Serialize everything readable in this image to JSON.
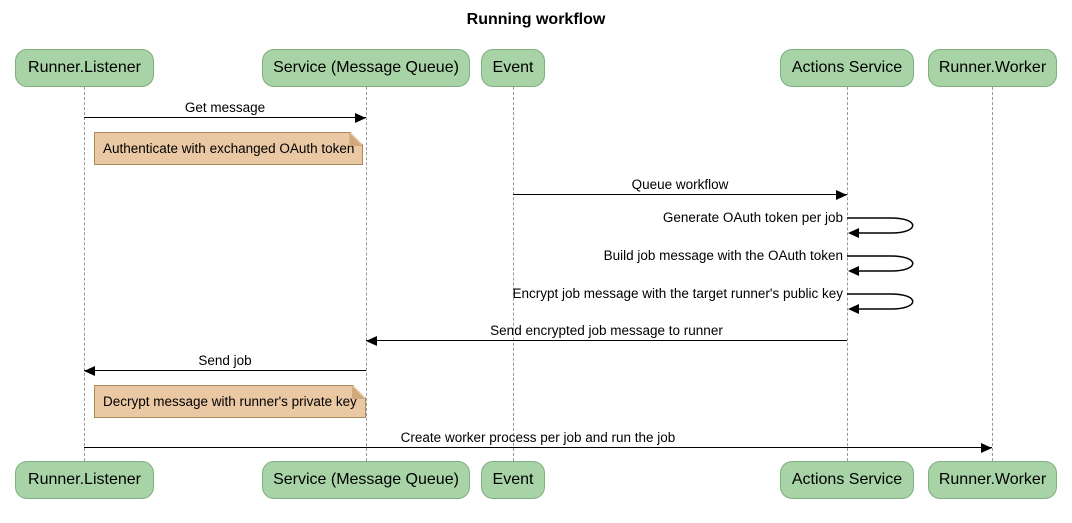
{
  "title": "Running workflow",
  "actors": [
    {
      "name": "Runner.Listener"
    },
    {
      "name": "Service (Message Queue)"
    },
    {
      "name": "Event"
    },
    {
      "name": "Actions Service"
    },
    {
      "name": "Runner.Worker"
    }
  ],
  "messages": [
    {
      "label": "Get message",
      "from": "Runner.Listener",
      "to": "Service (Message Queue)",
      "type": "solid"
    },
    {
      "label": "Queue workflow",
      "from": "Event",
      "to": "Actions Service",
      "type": "solid"
    },
    {
      "label": "Generate OAuth token per job",
      "from": "Actions Service",
      "to": "Actions Service",
      "type": "self"
    },
    {
      "label": "Build job message with the OAuth token",
      "from": "Actions Service",
      "to": "Actions Service",
      "type": "self"
    },
    {
      "label": "Encrypt job message with the target runner's public key",
      "from": "Actions Service",
      "to": "Actions Service",
      "type": "self"
    },
    {
      "label": "Send encrypted job message to runner",
      "from": "Actions Service",
      "to": "Service (Message Queue)",
      "type": "solid"
    },
    {
      "label": "Send job",
      "from": "Service (Message Queue)",
      "to": "Runner.Listener",
      "type": "solid"
    },
    {
      "label": "Create worker process per job and run the job",
      "from": "Runner.Listener",
      "to": "Runner.Worker",
      "type": "solid"
    }
  ],
  "notes": [
    {
      "text": "Authenticate with exchanged OAuth token"
    },
    {
      "text": "Decrypt message with runner's private key"
    }
  ],
  "colors": {
    "actor_fill": "#a7d3a7",
    "actor_border": "#7fae7f",
    "note_fill": "#eac8a4",
    "note_border": "#a98a58",
    "note_fold": "#d0a87c",
    "lifeline": "#999999",
    "message_line": "#000000",
    "background": "#ffffff"
  }
}
